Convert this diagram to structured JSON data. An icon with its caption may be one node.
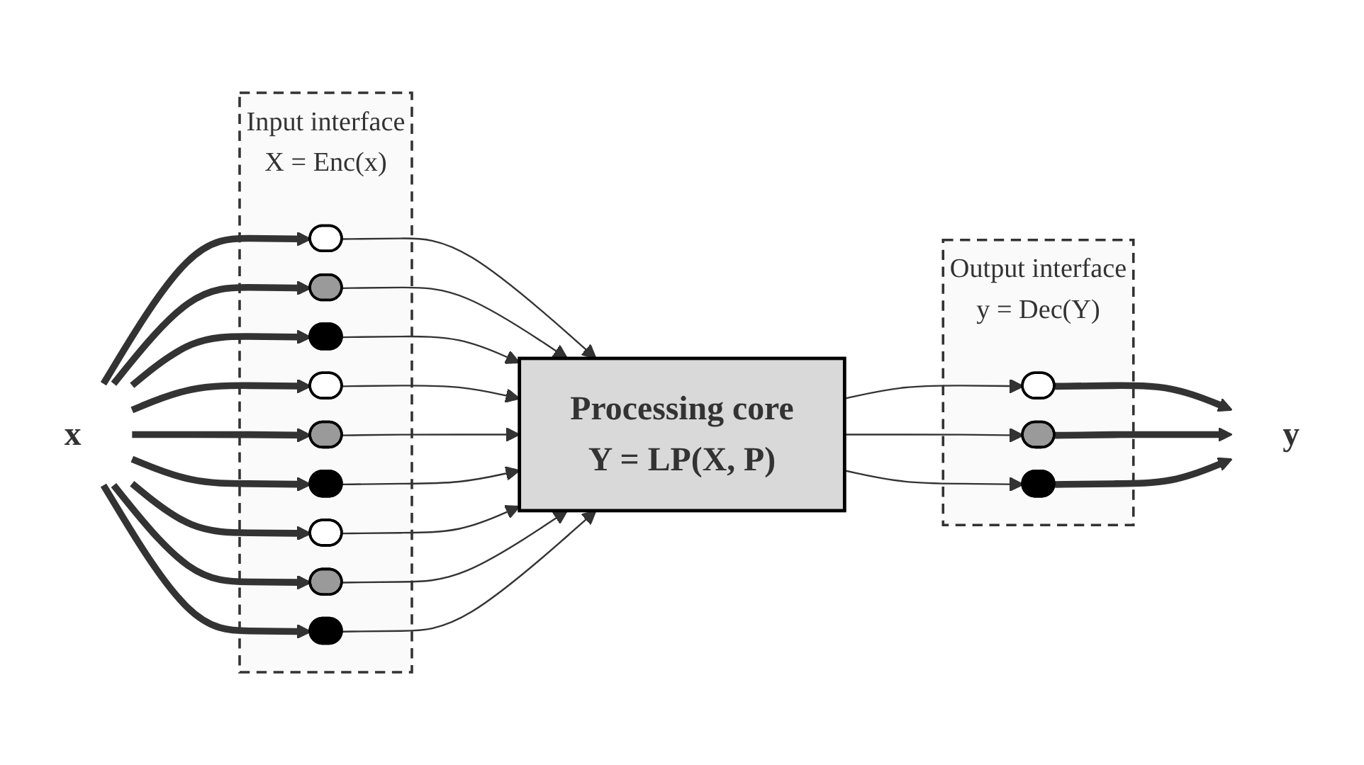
{
  "diagram": {
    "nodes": [
      {
        "text": [
          "Input interface",
          "X = Enc(x)"
        ]
      },
      {
        "text": [
          "Output interface",
          "y = Dec(Y)"
        ]
      },
      {
        "text": [
          "x"
        ]
      },
      {
        "text": [],
        "shape": "ellipse",
        "in": 0
      },
      {
        "text": [],
        "shape": "ellipse",
        "in": 0
      },
      {
        "text": [],
        "shape": "ellipse",
        "in": 0
      },
      {
        "text": [],
        "shape": "ellipse",
        "in": 0
      },
      {
        "text": [],
        "shape": "ellipse",
        "in": 0
      },
      {
        "text": [],
        "shape": "ellipse",
        "in": 0
      },
      {
        "text": [],
        "shape": "ellipse",
        "in": 0
      },
      {
        "text": [],
        "shape": "ellipse",
        "in": 0
      },
      {
        "text": [],
        "shape": "ellipse",
        "in": 0
      },
      {
        "text": [
          "Processing core",
          "Y = LP(X, P)"
        ]
      },
      {
        "text": [],
        "shape": "ellipse",
        "in": 1
      },
      {
        "text": [],
        "shape": "ellipse",
        "in": 1
      },
      {
        "text": [],
        "shape": "ellipse",
        "in": 1
      },
      {
        "text": [
          "y"
        ]
      }
    ],
    "edges": [
      {
        "from": 2,
        "to": 3,
        "arrow": "to",
        "style": "thick"
      },
      {
        "from": 2,
        "to": 4,
        "arrow": "to",
        "style": "thick"
      },
      {
        "from": 2,
        "to": 5,
        "arrow": "to",
        "style": "thick"
      },
      {
        "from": 2,
        "to": 6,
        "arrow": "to",
        "style": "thick"
      },
      {
        "from": 2,
        "to": 7,
        "arrow": "to",
        "style": "thick"
      },
      {
        "from": 2,
        "to": 8,
        "arrow": "to",
        "style": "thick"
      },
      {
        "from": 2,
        "to": 9,
        "arrow": "to",
        "style": "thick"
      },
      {
        "from": 2,
        "to": 10,
        "arrow": "to",
        "style": "thick"
      },
      {
        "from": 2,
        "to": 11,
        "arrow": "to",
        "style": "thick"
      },
      {
        "from": 3,
        "to": 12,
        "arrow": "to"
      },
      {
        "from": 4,
        "to": 12,
        "arrow": "to"
      },
      {
        "from": 5,
        "to": 12,
        "arrow": "to"
      },
      {
        "from": 6,
        "to": 12,
        "arrow": "to"
      },
      {
        "from": 7,
        "to": 12,
        "arrow": "to"
      },
      {
        "from": 8,
        "to": 12,
        "arrow": "to"
      },
      {
        "from": 9,
        "to": 12,
        "arrow": "to"
      },
      {
        "from": 10,
        "to": 12,
        "arrow": "to"
      },
      {
        "from": 11,
        "to": 12,
        "arrow": "to"
      },
      {
        "from": 12,
        "to": 13,
        "arrow": "to"
      },
      {
        "from": 12,
        "to": 14,
        "arrow": "to"
      },
      {
        "from": 12,
        "to": 15,
        "arrow": "to"
      },
      {
        "from": 13,
        "to": 16,
        "arrow": "to",
        "style": "thick"
      },
      {
        "from": 14,
        "to": 16,
        "arrow": "to",
        "style": "thick"
      },
      {
        "from": 15,
        "to": 16,
        "arrow": "to",
        "style": "thick"
      }
    ]
  }
}
